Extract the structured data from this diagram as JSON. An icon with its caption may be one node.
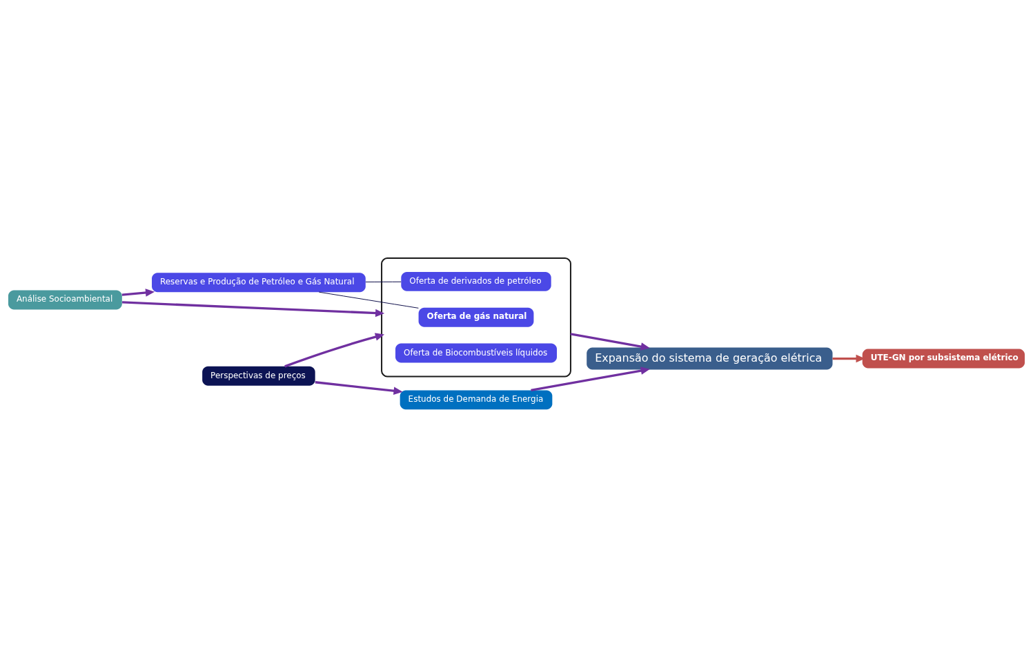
{
  "diagram": {
    "nodes": [
      {
        "text": [
          "Análise Socioambiental"
        ]
      },
      {
        "text": [
          "Reservas e Produção de Petróleo e Gás Natural"
        ]
      },
      {
        "text": [],
        "shape": "box"
      },
      {
        "text": [
          "Oferta de derivados de petróleo"
        ],
        "in": 2
      },
      {
        "text": [
          "Oferta de gás natural"
        ],
        "in": 2
      },
      {
        "text": [
          "Oferta de Biocombustíveis líquidos"
        ],
        "in": 2
      },
      {
        "text": [
          "Expansão do sistema de geração elétrica"
        ]
      },
      {
        "text": [
          "UTE-GN por subsistema elétrico"
        ]
      },
      {
        "text": [
          "Perspectivas de preços"
        ]
      },
      {
        "text": [
          "Estudos de Demanda de Energia"
        ]
      }
    ],
    "edges": [
      {
        "from": 0,
        "to": 1,
        "arrow": "to"
      },
      {
        "from": 0,
        "to": 2,
        "arrow": "to"
      },
      {
        "from": 1,
        "to": 3,
        "arrow": "none",
        "color": "#10104a"
      },
      {
        "from": 1,
        "to": 4,
        "arrow": "none",
        "color": "#10104a"
      },
      {
        "from": 2,
        "to": 6,
        "arrow": "to"
      },
      {
        "from": 6,
        "to": 7,
        "arrow": "to",
        "color": "#c0504d"
      },
      {
        "from": 8,
        "to": 2,
        "arrow": "to"
      },
      {
        "from": 8,
        "to": 9,
        "arrow": "to"
      },
      {
        "from": 9,
        "to": 6,
        "arrow": "to"
      }
    ]
  }
}
